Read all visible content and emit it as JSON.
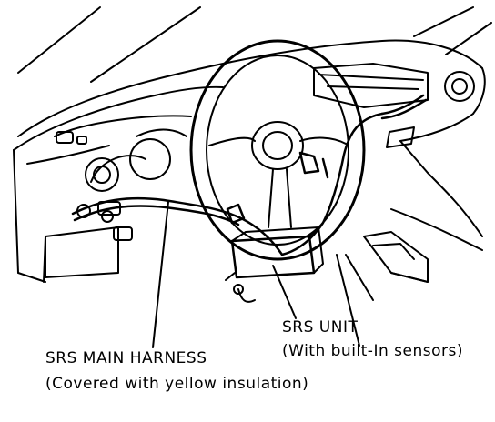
{
  "labels": {
    "main_harness": "SRS MAIN HARNESS",
    "main_harness_note": "(Covered with yellow insulation)",
    "srs_unit": "SRS UNIT",
    "srs_unit_note": "(With built-In sensors)"
  }
}
